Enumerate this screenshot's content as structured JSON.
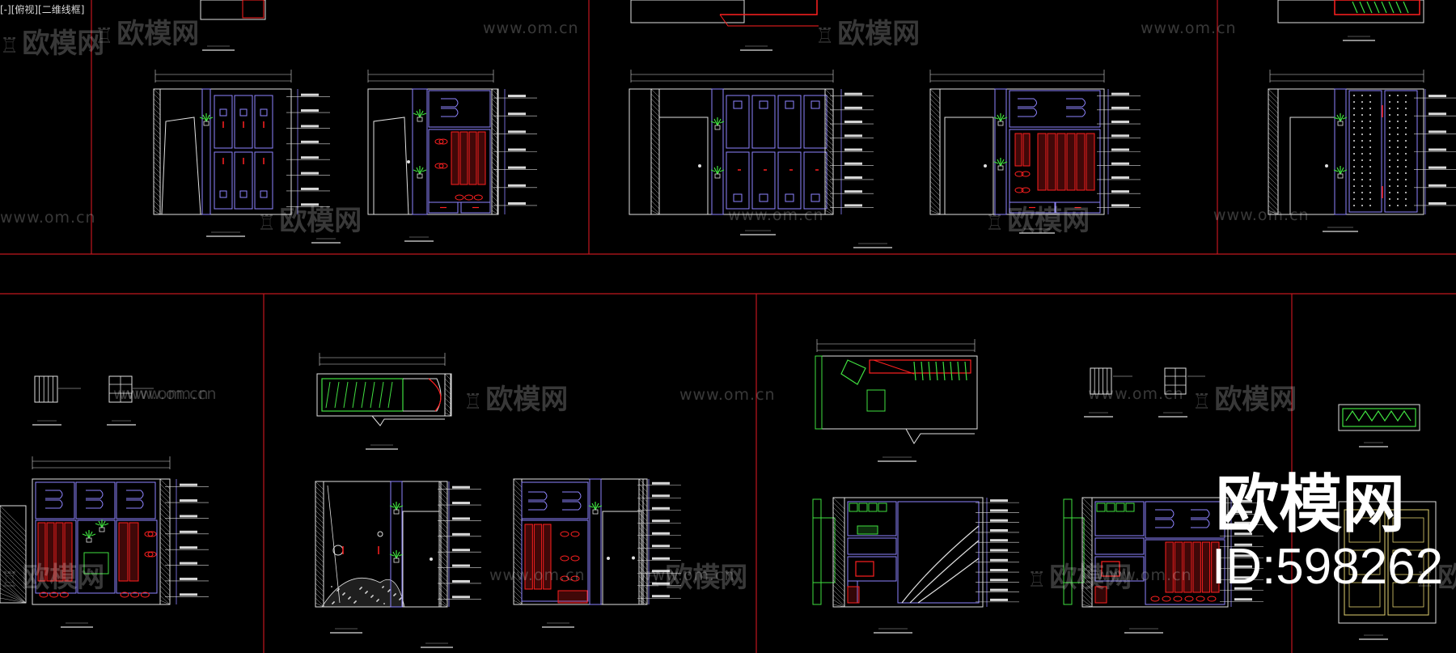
{
  "viewport": {
    "label": "[-][俯视][二维线框]"
  },
  "watermark": {
    "url": "www.om.cn",
    "logo": "欧模网",
    "brand_big": "欧模网",
    "brand_id": "ID:598262"
  },
  "colors": {
    "background": "#000000",
    "frame": "#c0161e",
    "cabinet": "#8e84ff",
    "garment": "#ff2020",
    "plant": "#40e040",
    "dimension": "#d8d8d8",
    "white_line": "#e0e0e0"
  }
}
